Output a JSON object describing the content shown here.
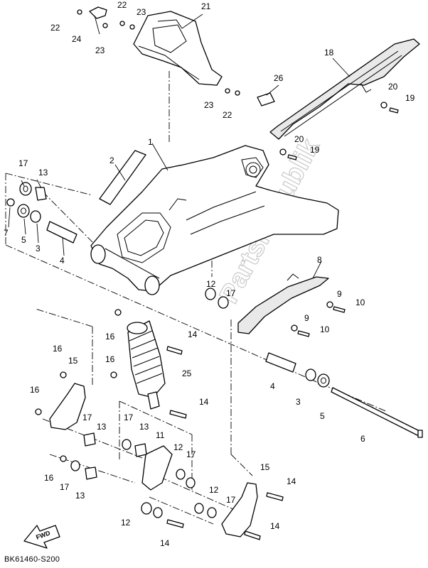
{
  "diagram": {
    "figure_code": "BK61460-S200",
    "watermark": "PartsRepublik",
    "fwd_label": "FWD"
  },
  "callouts": [
    {
      "id": "c1",
      "text": "1"
    },
    {
      "id": "c2",
      "text": "2"
    },
    {
      "id": "c3a",
      "text": "3"
    },
    {
      "id": "c3b",
      "text": "3"
    },
    {
      "id": "c4a",
      "text": "4"
    },
    {
      "id": "c4b",
      "text": "4"
    },
    {
      "id": "c5a",
      "text": "5"
    },
    {
      "id": "c5b",
      "text": "5"
    },
    {
      "id": "c6",
      "text": "6"
    },
    {
      "id": "c7",
      "text": "7"
    },
    {
      "id": "c8",
      "text": "8"
    },
    {
      "id": "c9a",
      "text": "9"
    },
    {
      "id": "c9b",
      "text": "9"
    },
    {
      "id": "c10a",
      "text": "10"
    },
    {
      "id": "c10b",
      "text": "10"
    },
    {
      "id": "c11",
      "text": "11"
    },
    {
      "id": "c12a",
      "text": "12"
    },
    {
      "id": "c12b",
      "text": "12"
    },
    {
      "id": "c12c",
      "text": "12"
    },
    {
      "id": "c12d",
      "text": "12"
    },
    {
      "id": "c13a",
      "text": "13"
    },
    {
      "id": "c13b",
      "text": "13"
    },
    {
      "id": "c13c",
      "text": "13"
    },
    {
      "id": "c13d",
      "text": "13"
    },
    {
      "id": "c14a",
      "text": "14"
    },
    {
      "id": "c14b",
      "text": "14"
    },
    {
      "id": "c14c",
      "text": "14"
    },
    {
      "id": "c14d",
      "text": "14"
    },
    {
      "id": "c14e",
      "text": "14"
    },
    {
      "id": "c15a",
      "text": "15"
    },
    {
      "id": "c15b",
      "text": "15"
    },
    {
      "id": "c16a",
      "text": "16"
    },
    {
      "id": "c16b",
      "text": "16"
    },
    {
      "id": "c16c",
      "text": "16"
    },
    {
      "id": "c16d",
      "text": "16"
    },
    {
      "id": "c16e",
      "text": "16"
    },
    {
      "id": "c17a",
      "text": "17"
    },
    {
      "id": "c17b",
      "text": "17"
    },
    {
      "id": "c17c",
      "text": "17"
    },
    {
      "id": "c17d",
      "text": "17"
    },
    {
      "id": "c17e",
      "text": "17"
    },
    {
      "id": "c17f",
      "text": "17"
    },
    {
      "id": "c17g",
      "text": "17"
    },
    {
      "id": "c18",
      "text": "18"
    },
    {
      "id": "c19a",
      "text": "19"
    },
    {
      "id": "c19b",
      "text": "19"
    },
    {
      "id": "c20a",
      "text": "20"
    },
    {
      "id": "c20b",
      "text": "20"
    },
    {
      "id": "c21",
      "text": "21"
    },
    {
      "id": "c22a",
      "text": "22"
    },
    {
      "id": "c22b",
      "text": "22"
    },
    {
      "id": "c22c",
      "text": "22"
    },
    {
      "id": "c23a",
      "text": "23"
    },
    {
      "id": "c23b",
      "text": "23"
    },
    {
      "id": "c23c",
      "text": "23"
    },
    {
      "id": "c24",
      "text": "24"
    },
    {
      "id": "c25",
      "text": "25"
    },
    {
      "id": "c26",
      "text": "26"
    }
  ]
}
